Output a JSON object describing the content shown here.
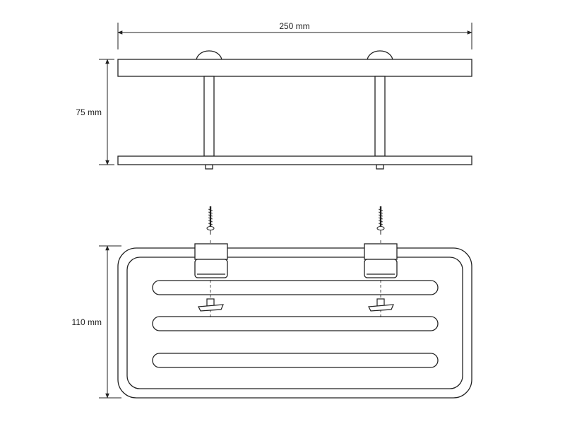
{
  "dimensions": {
    "width_label": "250 mm",
    "height_label": "75 mm",
    "depth_label": "110 mm"
  },
  "colors": {
    "line": "#222222",
    "background": "#ffffff"
  }
}
